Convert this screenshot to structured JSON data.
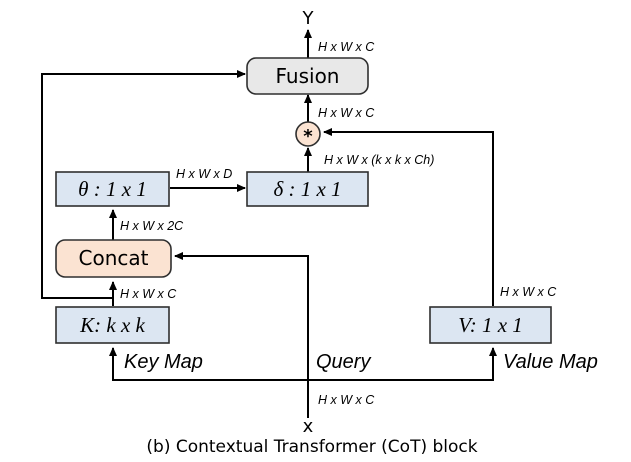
{
  "output_label": "Y",
  "input_label": "x",
  "caption": "(b) Contextual Transformer (CoT) block",
  "nodes": {
    "fusion": "Fusion",
    "multiply": "*",
    "theta": "θ : 1 x 1",
    "delta": "δ : 1 x 1",
    "concat": "Concat",
    "key": "K: k x k",
    "value": "V: 1 x 1"
  },
  "dims": {
    "y_out": "H x W x C",
    "fusion_in": "H x W x C",
    "delta_out": "H x W x (k x k x Ch)",
    "theta_delta": "H x W x D",
    "concat_out": "H x W x 2C",
    "key_out": "H x W x C",
    "value_out": "H x W x C",
    "x_in": "H x W x C"
  },
  "side_labels": {
    "key_map": "Key Map",
    "query": "Query",
    "value_map": "Value Map"
  },
  "colors": {
    "blue_box": "#dce6f2",
    "gray_box": "#e8e8e8",
    "orange_box": "#fbe3d2"
  }
}
